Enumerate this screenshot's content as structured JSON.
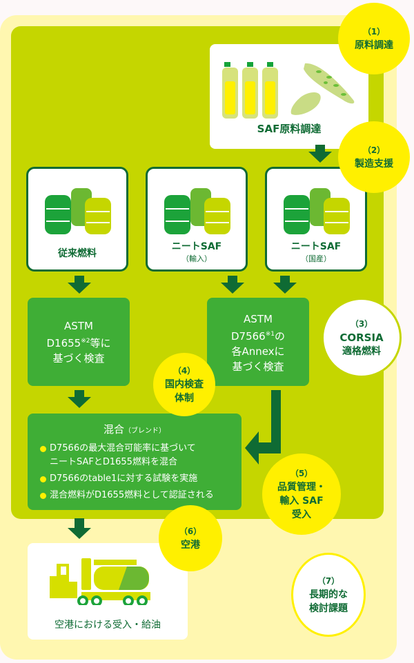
{
  "colors": {
    "dark_green": "#0f6b34",
    "mid_green": "#3fae36",
    "lime": "#c5d600",
    "yellow": "#fff000",
    "pale_yellow": "#fff7b0"
  },
  "source": {
    "label": "SAF原料調達",
    "icons": [
      "bottle-icon",
      "bottle-icon",
      "bottle-icon",
      "algae-icon",
      "microbe-icon"
    ]
  },
  "tanks": [
    {
      "label": "従来燃料",
      "sub": ""
    },
    {
      "label": "ニートSAF",
      "sub": "（輸入）"
    },
    {
      "label": "ニートSAF",
      "sub": "（国産）"
    }
  ],
  "inspect_d1655": {
    "line1": "ASTM",
    "line2": "D1655",
    "note": "※2",
    "line2b": "等に",
    "line3": "基づく検査"
  },
  "inspect_d7566": {
    "line1": "ASTM",
    "line2": "D7566",
    "note": "※1",
    "line2b": "の",
    "line3": "各Annexに",
    "line4": "基づく検査"
  },
  "blend": {
    "title": "混合",
    "title_sub": "（ブレンド）",
    "items": [
      "D7566の最大混合可能率に基づいて\nニートSAFとD1655燃料を混合",
      "D7566のtable1に対する試験を実施",
      "混合燃料がD1655燃料として認証される"
    ]
  },
  "airport": {
    "label": "空港における受入・給油"
  },
  "circles": [
    {
      "num": "（1）",
      "text": "原料調達"
    },
    {
      "num": "（2）",
      "text": "製造支援"
    },
    {
      "num": "（3）",
      "text": "CORSIA",
      "text2": "適格燃料"
    },
    {
      "num": "（4）",
      "text": "国内検査",
      "text2": "体制"
    },
    {
      "num": "（5）",
      "text": "品質管理・",
      "text2": "輸入 SAF",
      "text3": "受入"
    },
    {
      "num": "（6）",
      "text": "空港"
    },
    {
      "num": "（7）",
      "text": "長期的な",
      "text2": "検討課題"
    }
  ]
}
